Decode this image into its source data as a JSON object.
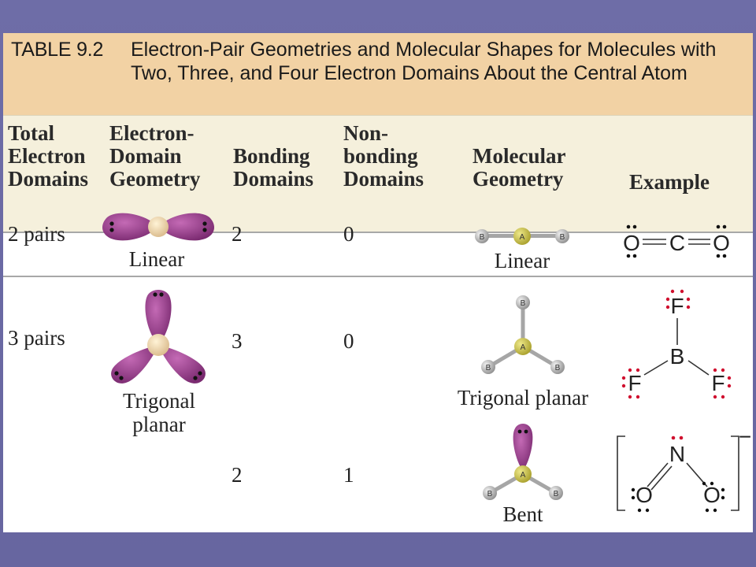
{
  "table": {
    "tag": "TABLE 9.2",
    "title": "Electron-Pair Geometries and Molecular Shapes for Molecules with Two, Three, and Four Electron Domains About the Central Atom"
  },
  "headers": {
    "col1": [
      "Total",
      "Electron",
      "Domains"
    ],
    "col2": [
      "Electron-",
      "Domain",
      "Geometry"
    ],
    "col3": [
      "Bonding",
      "Domains"
    ],
    "col4": [
      "Non-",
      "bonding",
      "Domains"
    ],
    "col5": [
      "Molecular",
      "Geometry"
    ],
    "col6": [
      "Example"
    ]
  },
  "rows": [
    {
      "total": "2 pairs",
      "edg": "Linear",
      "bonding": "2",
      "nonbonding": "0",
      "mg": "Linear"
    },
    {
      "total": "3 pairs",
      "edg_line1": "Trigonal",
      "edg_line2": "planar",
      "bonding": "3",
      "nonbonding": "0",
      "mg": "Trigonal planar"
    },
    {
      "bonding": "2",
      "nonbonding": "1",
      "mg": "Bent"
    }
  ],
  "atoms": {
    "central": "A",
    "outer": "B"
  },
  "examples": {
    "co2": {
      "o_left": "O",
      "c": "C",
      "o_right": "O"
    },
    "bf3": {
      "b": "B",
      "f": "F"
    },
    "no2": {
      "n": "N",
      "o": "O",
      "charge": "−"
    }
  },
  "colors": {
    "lobe": "#9c3f8e",
    "central": "#f0d9a8",
    "atom_a": "#c9c24a",
    "atom_b": "#bdbdbd",
    "lone_dot": "#c8102e"
  }
}
